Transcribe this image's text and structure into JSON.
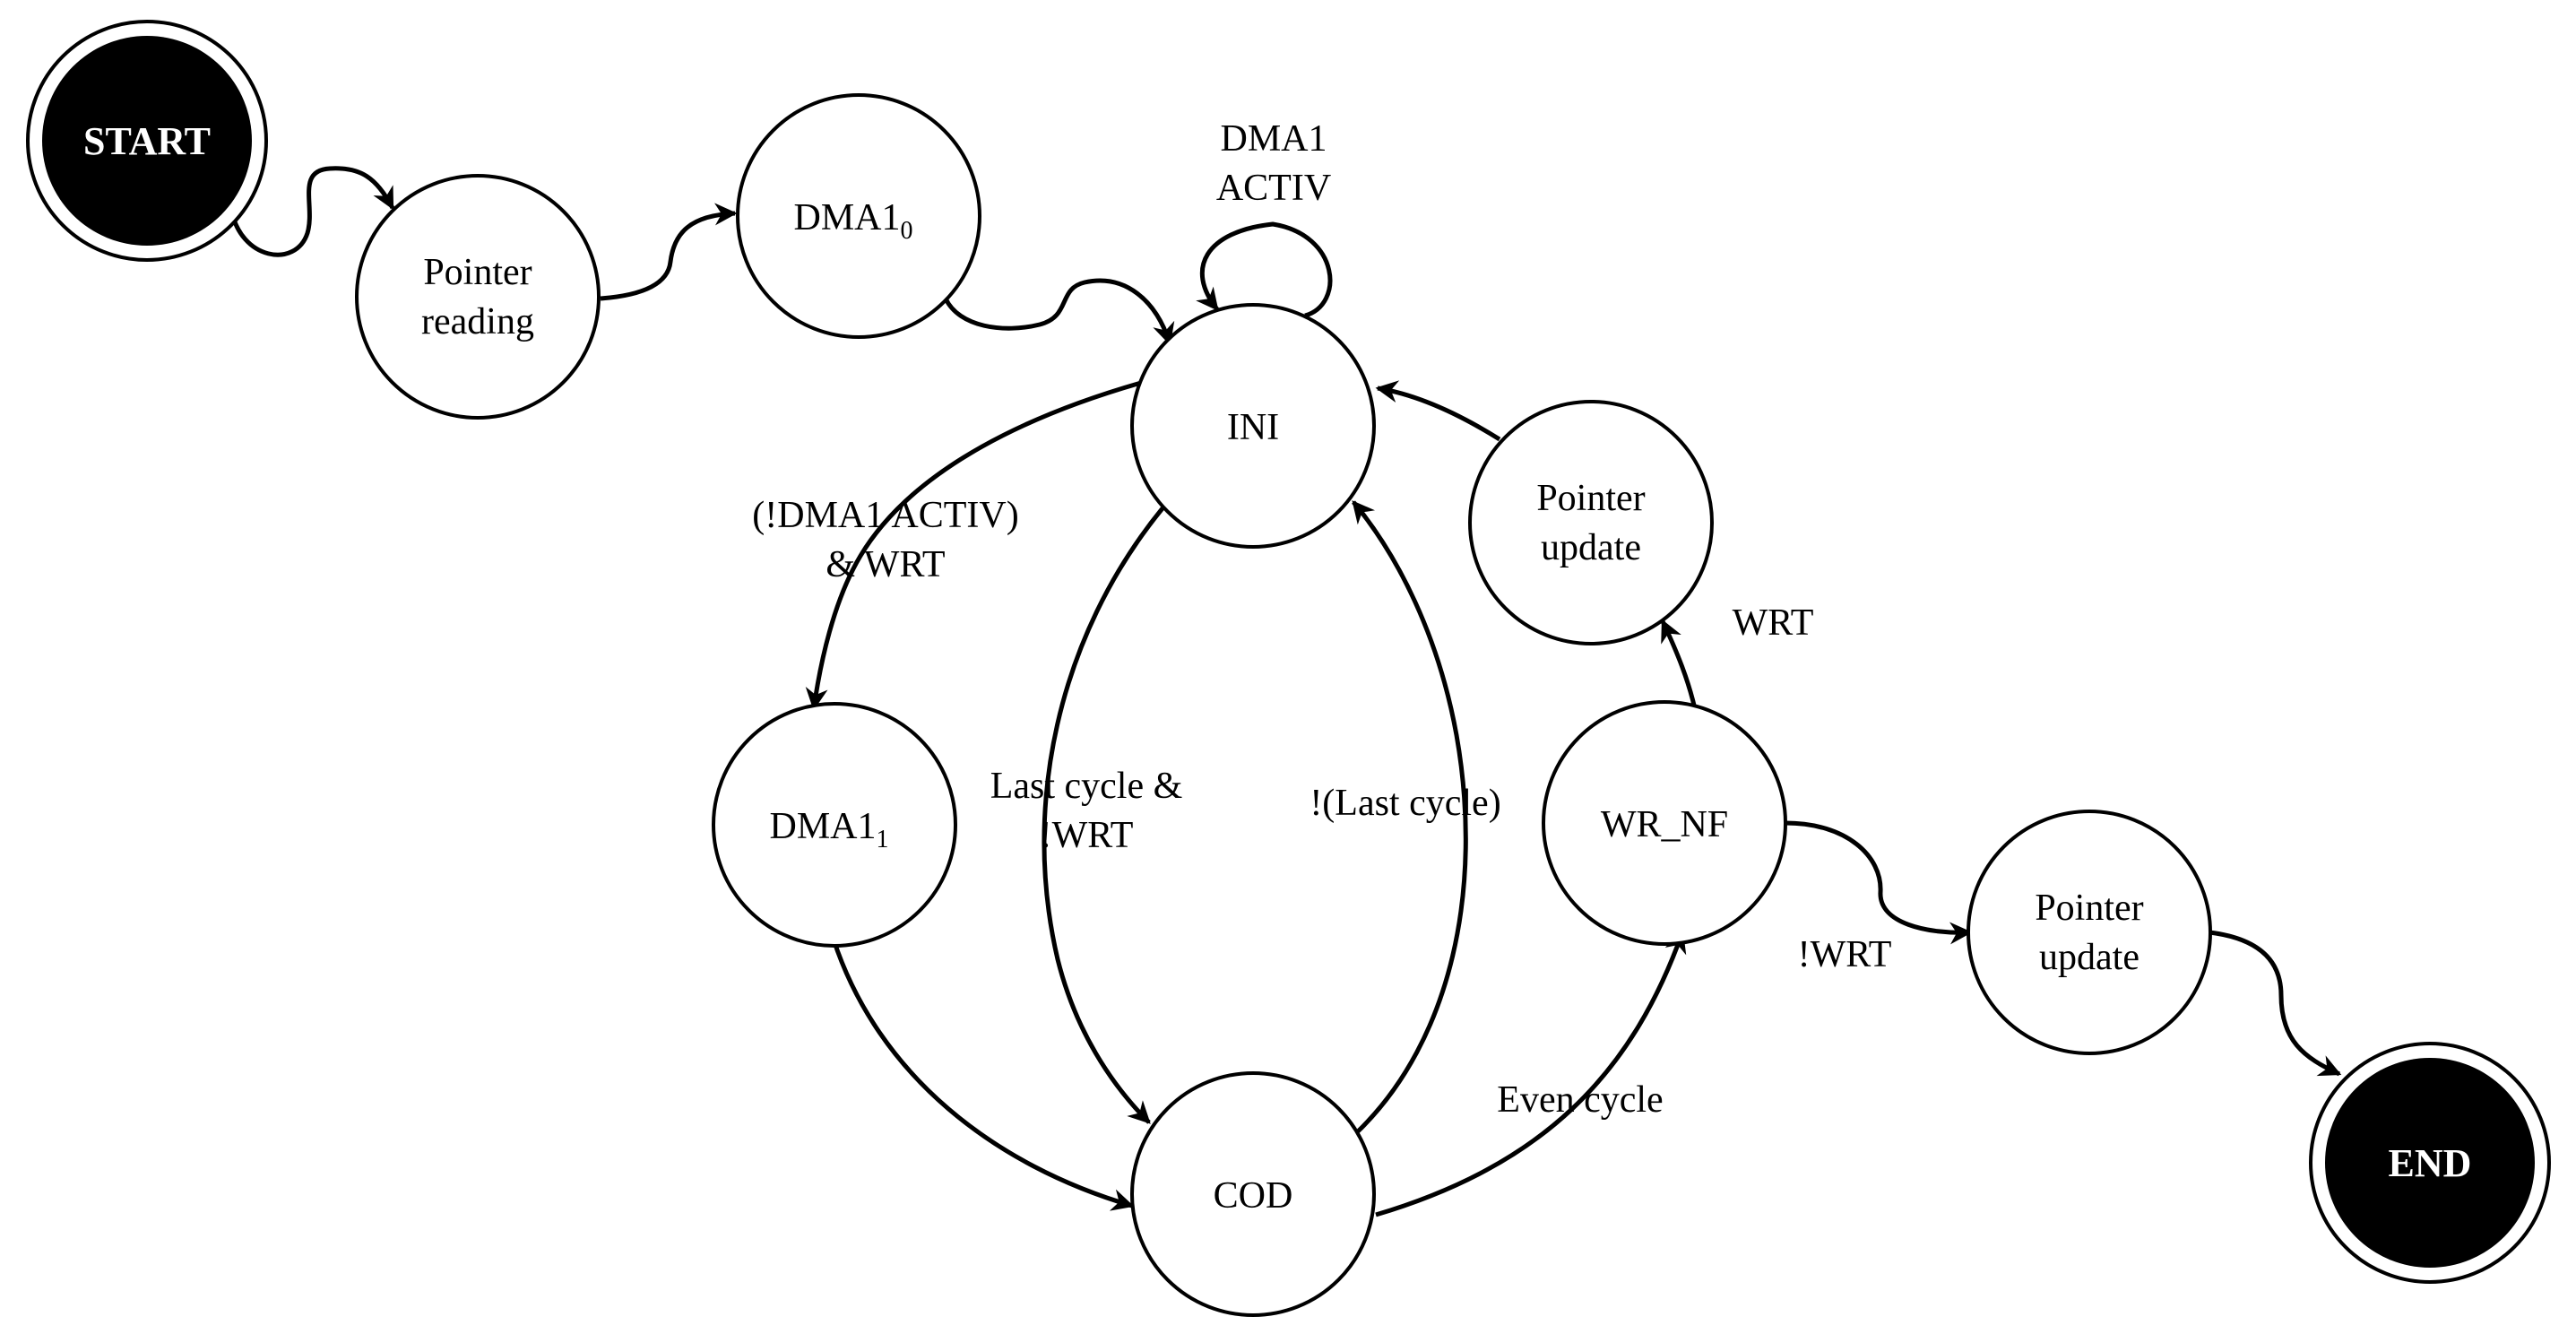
{
  "states": {
    "start": {
      "label": "START"
    },
    "pointer_reading": {
      "line1": "Pointer",
      "line2": "reading"
    },
    "dma1_0": {
      "label": "DMA1",
      "subscript": "0"
    },
    "ini": {
      "label": "INI"
    },
    "dma1_1": {
      "label": "DMA1",
      "subscript": "1"
    },
    "cod": {
      "label": "COD"
    },
    "wr_nf": {
      "label": "WR_NF"
    },
    "pointer_update_top": {
      "line1": "Pointer",
      "line2": "update"
    },
    "pointer_update_bottom": {
      "line1": "Pointer",
      "line2": "update"
    },
    "end": {
      "label": "END"
    }
  },
  "transitions": {
    "ini_self": {
      "line1": "DMA1",
      "line2": "ACTIV"
    },
    "ini_to_dma1_1": {
      "line1": "(!DMA1 ACTIV)",
      "line2": "& WRT"
    },
    "ini_to_cod": {
      "line1": "Last cycle &",
      "line2": "!WRT"
    },
    "cod_to_ini": {
      "label": "!(Last cycle)"
    },
    "cod_to_wr_nf": {
      "label": "Even cycle"
    },
    "wr_nf_to_pointer_update_top": {
      "label": "WRT"
    },
    "wr_nf_to_pointer_update_bottom": {
      "label": "!WRT"
    }
  },
  "colors": {
    "stroke": "#000000",
    "terminal_fill": "#000000",
    "node_fill": "#ffffff"
  }
}
